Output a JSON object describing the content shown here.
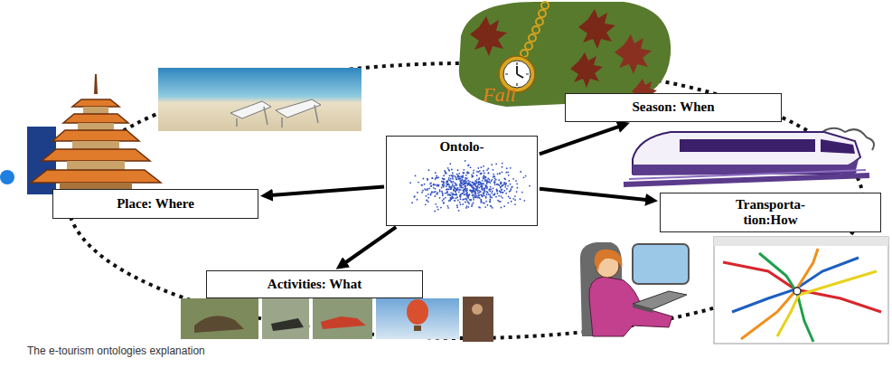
{
  "diagram": {
    "caption": "The e-tourism ontologies explanation",
    "nodes": [
      {
        "text": [
          "Ontolo-"
        ]
      },
      {
        "text": [
          "Season: When"
        ]
      },
      {
        "text": [
          "Place: Where"
        ]
      },
      {
        "text": [
          "Transporta- tion:How"
        ]
      },
      {
        "text": [
          "Activities: What"
        ]
      }
    ],
    "edges": [
      {
        "from": 0,
        "to": 1,
        "arrow": "to"
      },
      {
        "from": 0,
        "to": 2,
        "arrow": "to"
      },
      {
        "from": 0,
        "to": 3,
        "arrow": "to"
      },
      {
        "from": 0,
        "to": 4,
        "arrow": "to"
      }
    ],
    "labels": [
      "Fall"
    ]
  }
}
